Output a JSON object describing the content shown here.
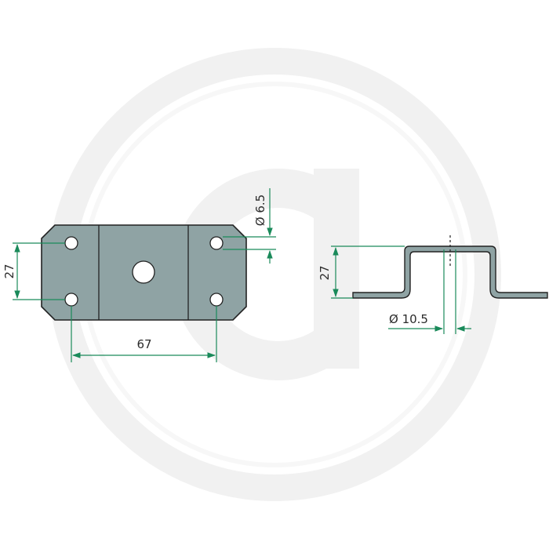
{
  "watermark": {
    "logo": "g",
    "color": "#f1f1f1"
  },
  "front_view": {
    "dim_horizontal": "67",
    "dim_vertical": "27",
    "dim_hole_diameter": "Ø 6.5"
  },
  "side_view": {
    "dim_height": "27",
    "dim_hole_diameter": "Ø 10.5"
  },
  "colors": {
    "plate_fill": "#8fa3a4",
    "outline": "#222222",
    "dimension_line": "#1a8a5a"
  }
}
